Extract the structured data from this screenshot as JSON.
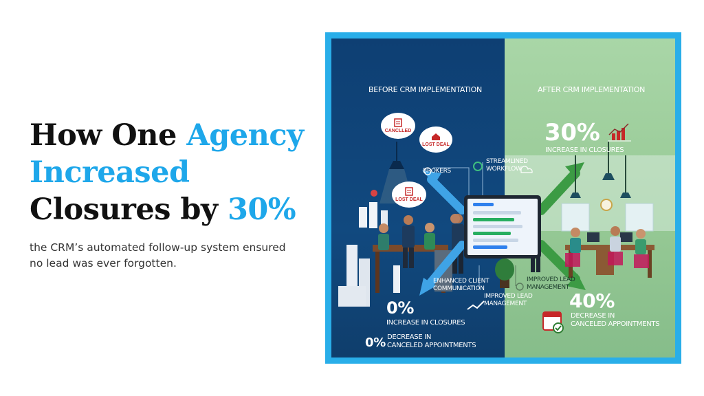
{
  "headline": {
    "line1_plain": "How One ",
    "line1_accent": "Agency",
    "line2_accent": "Increased",
    "line3_plain": "Closures by ",
    "line3_accent": "30%"
  },
  "subtitle": "the CRM’s automated follow-up system ensured no lead was ever forgotten.",
  "colors": {
    "accent": "#1ea7ea",
    "before_panel": "#0e3f73",
    "after_panel": "#a9d6a7",
    "frame": "#29aee9"
  },
  "infographic": {
    "before": {
      "heading": "BEFORE CRM IMPLEMENTATION",
      "bubbles": [
        "CANCLLED",
        "LOST DEAL",
        "LOST DEAL"
      ],
      "brokers_label": "BROKERS",
      "stat1_value": "0%",
      "stat1_label": "INCREASE IN CLOSURES",
      "stat2_value": "0%",
      "stat2_label_line1": "DECREASE IN",
      "stat2_label_line2": "CANCELED APPOINTMENTS"
    },
    "center": {
      "streamlined_line1": "STREAMLINED",
      "streamlined_line2": "WORKFLOW",
      "enhanced_line1": "ENHANCED CLIENT",
      "enhanced_line2": "COMMUNICATION",
      "improved_left_line1": "IMPROVED LEAD",
      "improved_left_line2": "MANAGEMENT",
      "improved_right_line1": "IMPROVED LEAD",
      "improved_right_line2": "MANAGEMENT"
    },
    "after": {
      "heading": "AFTER CRM IMPLEMENTATION",
      "stat1_value": "30%",
      "stat1_label": "INCREASE IN CLOSURES",
      "stat2_value": "40%",
      "stat2_label_line1": "DECREASE IN",
      "stat2_label_line2": "CANCELED APPOINTMENTS"
    }
  }
}
